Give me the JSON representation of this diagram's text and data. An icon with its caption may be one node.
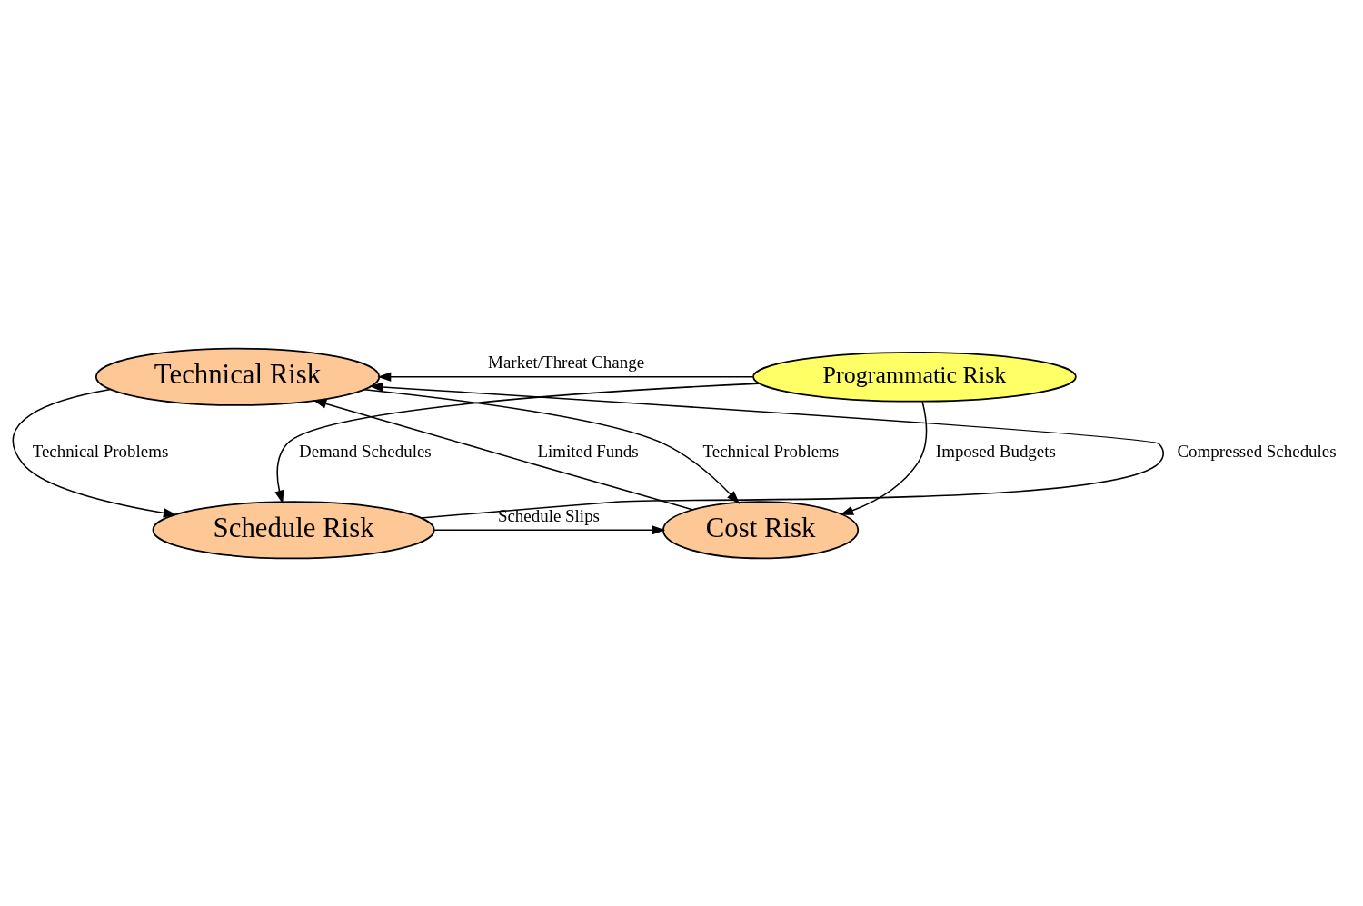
{
  "diagram": {
    "nodes": [
      {
        "text": [
          "Technical Risk"
        ]
      },
      {
        "text": [
          "Programmatic Risk"
        ]
      },
      {
        "text": [
          "Cost Risk"
        ]
      },
      {
        "text": [
          "Schedule Risk"
        ]
      }
    ],
    "edges": [
      {
        "from": 2,
        "to": 0,
        "arrow": "to",
        "label": "Limited Funds"
      },
      {
        "from": 0,
        "to": 2,
        "arrow": "to",
        "label": "Technical Problems"
      },
      {
        "from": 1,
        "to": 0,
        "arrow": "to",
        "label": "Market/Threat Change"
      },
      {
        "from": 0,
        "to": 3,
        "arrow": "to",
        "label": "Technical Problems"
      },
      {
        "from": 3,
        "to": 0,
        "arrow": "to",
        "label": "Compressed Schedules"
      },
      {
        "from": 1,
        "to": 2,
        "arrow": "to",
        "label": "Imposed Budgets"
      },
      {
        "from": 1,
        "to": 3,
        "arrow": "to",
        "label": "Demand Schedules"
      },
      {
        "from": 3,
        "to": 2,
        "arrow": "to",
        "label": "Schedule Slips"
      }
    ]
  }
}
